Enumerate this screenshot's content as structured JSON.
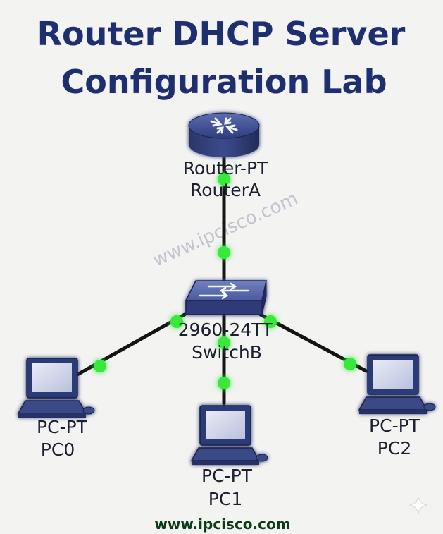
{
  "title": {
    "line1": "Router DHCP Server",
    "line2": "Configuration Lab"
  },
  "devices": {
    "router": {
      "model": "Router-PT",
      "name": "RouterA",
      "icon": "router-icon"
    },
    "switch": {
      "model": "2960-24TT",
      "name": "SwitchB",
      "icon": "switch-icon"
    },
    "pc0": {
      "model": "PC-PT",
      "name": "PC0",
      "icon": "pc-icon"
    },
    "pc1": {
      "model": "PC-PT",
      "name": "PC1",
      "icon": "pc-icon"
    },
    "pc2": {
      "model": "PC-PT",
      "name": "PC2",
      "icon": "pc-icon"
    }
  },
  "watermark": "www.ipcisco.com",
  "footer": "www.ipcisco.com",
  "colors": {
    "title": "#1f2f6e",
    "link": "#141414",
    "port_up": "#38e83a",
    "device_blue": "#2b3a78"
  }
}
